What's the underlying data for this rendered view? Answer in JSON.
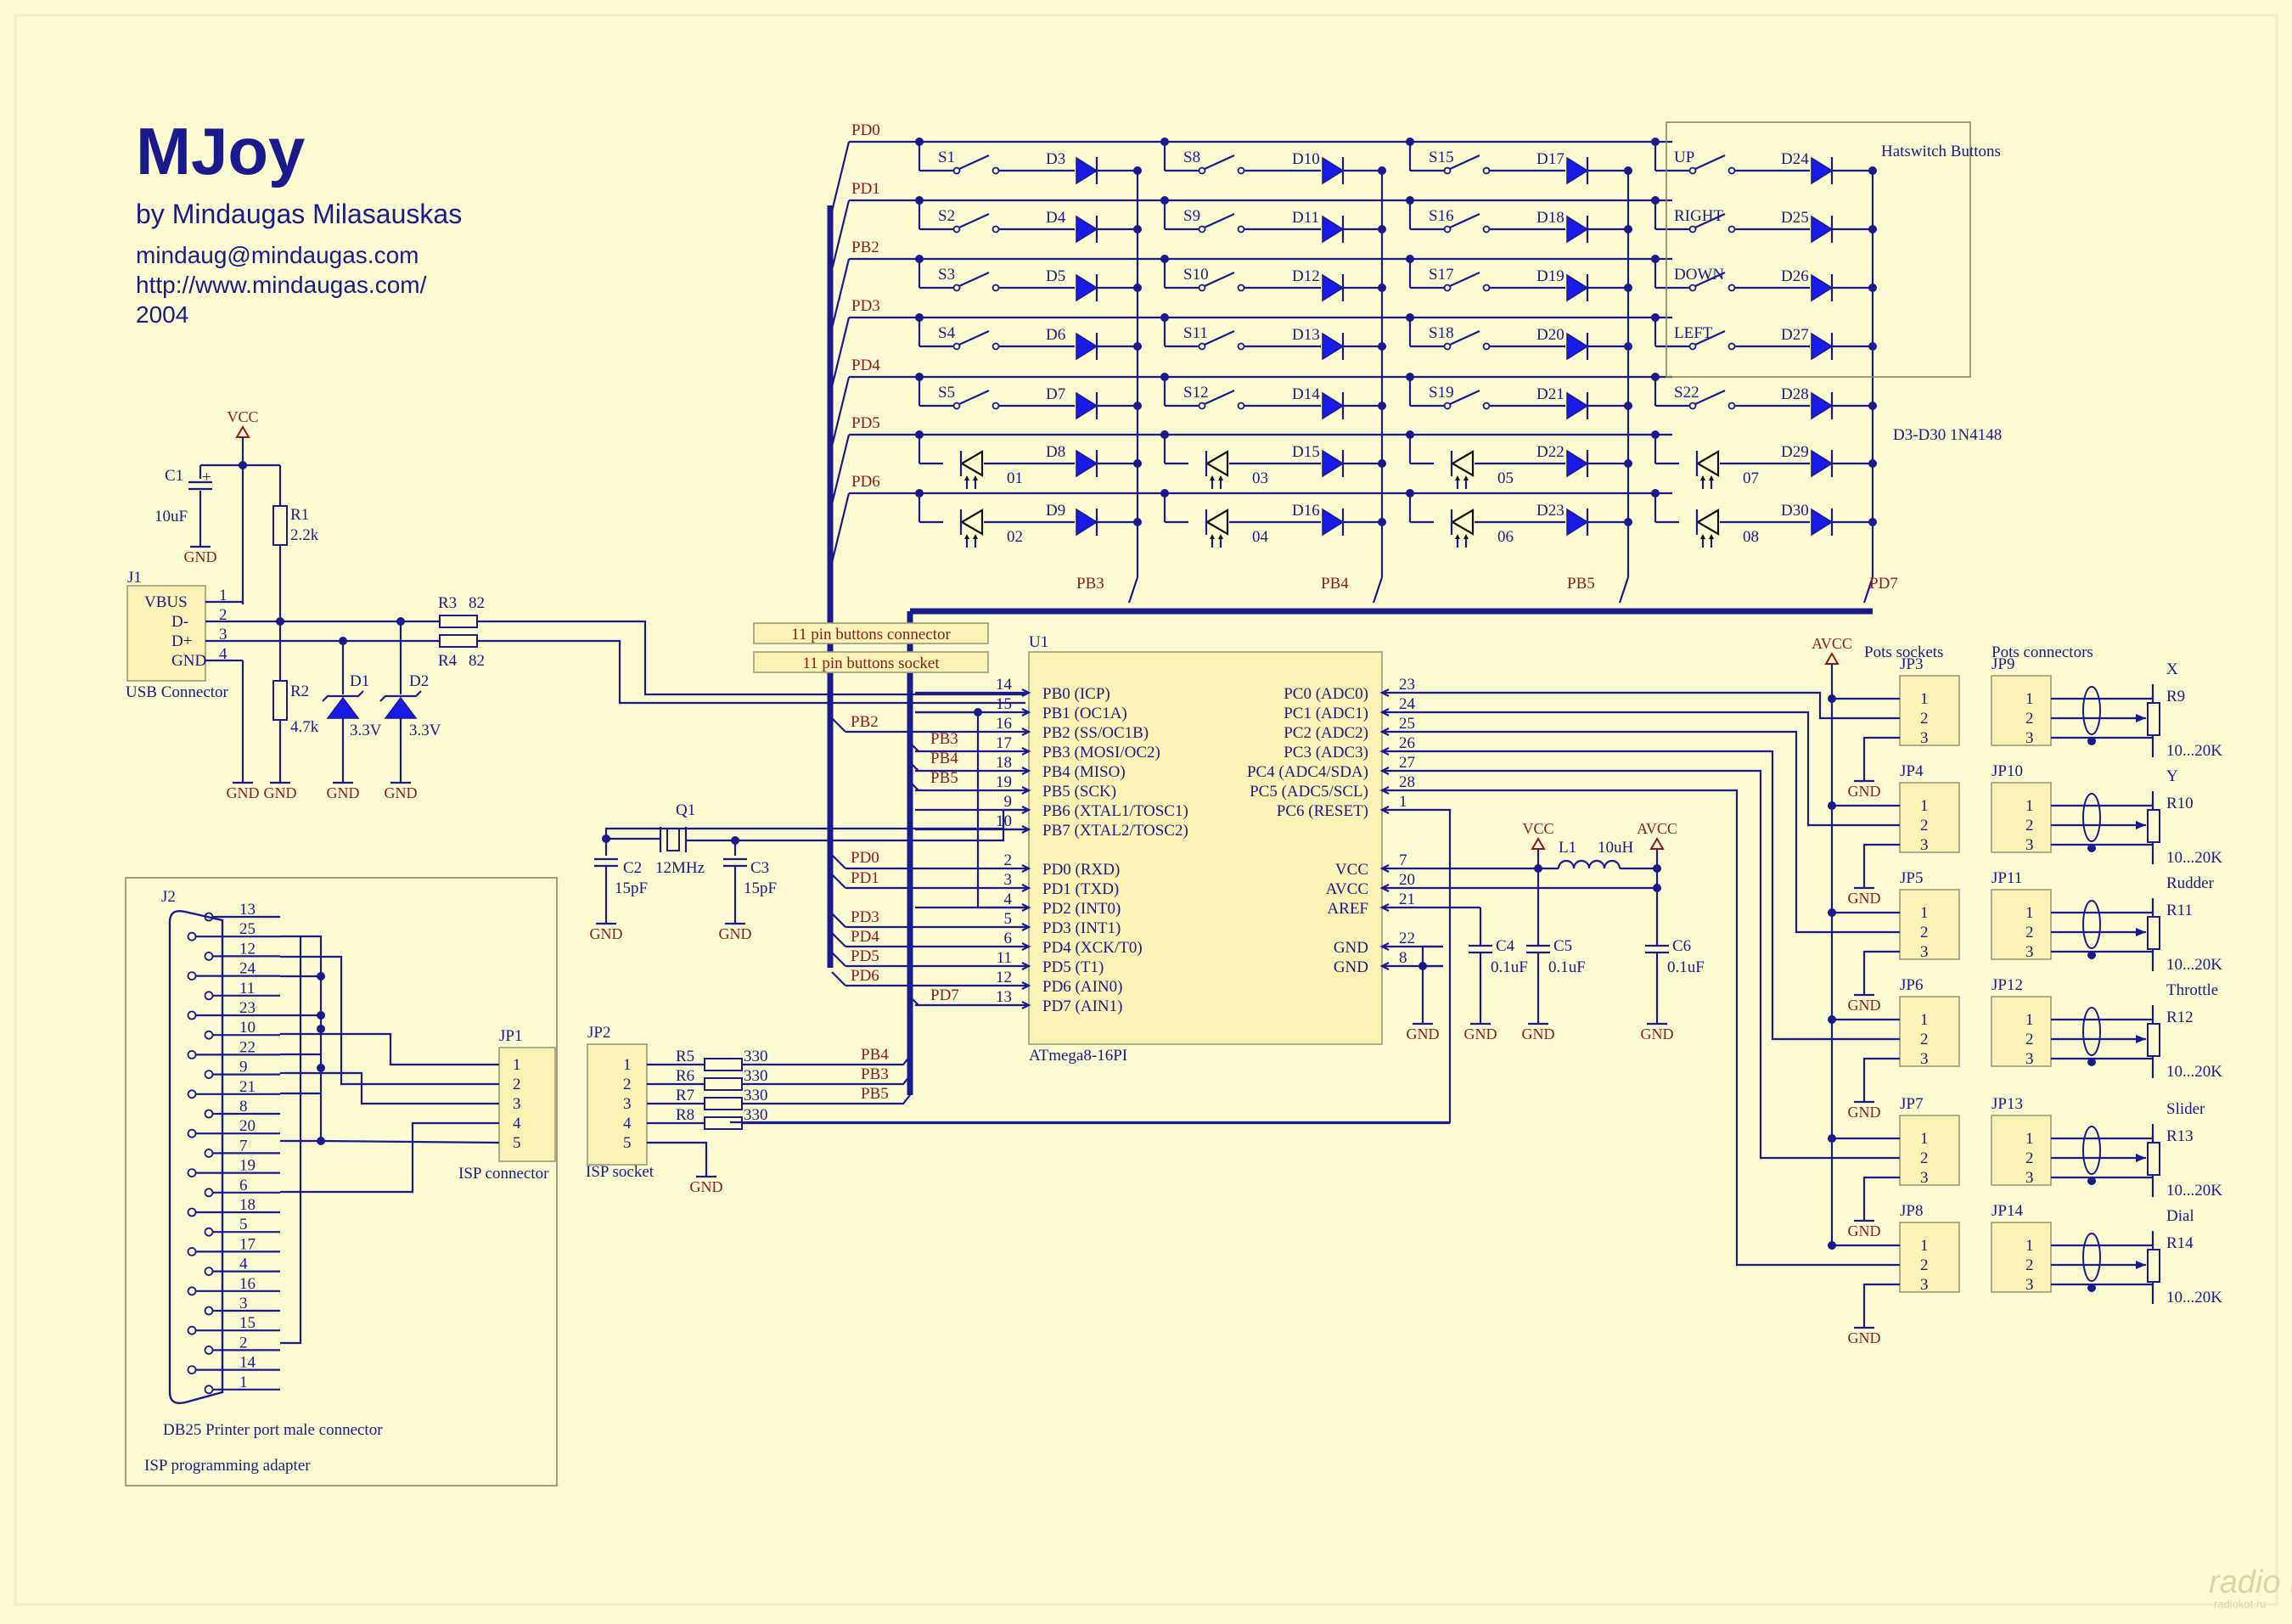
{
  "header": {
    "title": "MJoy",
    "author": "by Mindaugas Milasauskas",
    "email": "mindaug@mindaugas.com",
    "url": "http://www.mindaugas.com/",
    "year": "2004"
  },
  "watermark": {
    "logo": "radio KOT",
    "site": "radiokot.ru"
  },
  "power": {
    "vcc": "VCC",
    "avcc": "AVCC",
    "gnd": "GND"
  },
  "usb": {
    "ref": "J1",
    "name": "USB Connector",
    "pins": [
      {
        "name": "VBUS",
        "num": "1"
      },
      {
        "name": "D-",
        "num": "2"
      },
      {
        "name": "D+",
        "num": "3"
      },
      {
        "name": "GND",
        "num": "4"
      }
    ]
  },
  "usb_parts": {
    "c1": {
      "ref": "C1",
      "value": "10uF"
    },
    "r1": {
      "ref": "R1",
      "value": "2.2k"
    },
    "r2": {
      "ref": "R2",
      "value": "4.7k"
    },
    "d1": {
      "ref": "D1",
      "value": "3.3V"
    },
    "d2": {
      "ref": "D2",
      "value": "3.3V"
    },
    "r3": {
      "ref": "R3",
      "value": "82"
    },
    "r4": {
      "ref": "R4",
      "value": "82"
    }
  },
  "crystal": {
    "q1": {
      "ref": "Q1",
      "value": "12MHz"
    },
    "c2": {
      "ref": "C2",
      "value": "15pF"
    },
    "c3": {
      "ref": "C3",
      "value": "15pF"
    }
  },
  "mcu": {
    "ref": "U1",
    "name": "ATmega8-16PI",
    "left_pins": [
      {
        "num": "14",
        "name": "PB0 (ICP)"
      },
      {
        "num": "15",
        "name": "PB1 (OC1A)"
      },
      {
        "num": "16",
        "name": "PB2 (SS/OC1B)"
      },
      {
        "num": "17",
        "name": "PB3 (MOSI/OC2)"
      },
      {
        "num": "18",
        "name": "PB4 (MISO)"
      },
      {
        "num": "19",
        "name": "PB5 (SCK)"
      },
      {
        "num": "9",
        "name": "PB6 (XTAL1/TOSC1)"
      },
      {
        "num": "10",
        "name": "PB7 (XTAL2/TOSC2)"
      },
      {
        "num": "2",
        "name": "PD0 (RXD)"
      },
      {
        "num": "3",
        "name": "PD1 (TXD)"
      },
      {
        "num": "4",
        "name": "PD2 (INT0)"
      },
      {
        "num": "5",
        "name": "PD3 (INT1)"
      },
      {
        "num": "6",
        "name": "PD4 (XCK/T0)"
      },
      {
        "num": "11",
        "name": "PD5 (T1)"
      },
      {
        "num": "12",
        "name": "PD6 (AIN0)"
      },
      {
        "num": "13",
        "name": "PD7 (AIN1)"
      }
    ],
    "right_pins": [
      {
        "num": "23",
        "name": "PC0 (ADC0)"
      },
      {
        "num": "24",
        "name": "PC1 (ADC1)"
      },
      {
        "num": "25",
        "name": "PC2 (ADC2)"
      },
      {
        "num": "26",
        "name": "PC3 (ADC3)"
      },
      {
        "num": "27",
        "name": "PC4 (ADC4/SDA)"
      },
      {
        "num": "28",
        "name": "PC5 (ADC5/SCL)"
      },
      {
        "num": "1",
        "name": "PC6 (RESET)"
      },
      {
        "num": "7",
        "name": "VCC"
      },
      {
        "num": "20",
        "name": "AVCC"
      },
      {
        "num": "21",
        "name": "AREF"
      },
      {
        "num": "22",
        "name": "GND"
      },
      {
        "num": "8",
        "name": "GND"
      }
    ]
  },
  "bus_labels": {
    "left_top": [
      "PB2",
      "PB3",
      "PB4",
      "PB5"
    ],
    "left_bottom": [
      "PD0",
      "PD1",
      "PD3",
      "PD4",
      "PD5",
      "PD6",
      "PD7"
    ],
    "isp": [
      "PB4",
      "PB3",
      "PB5"
    ]
  },
  "connector_boxes": {
    "connector": "11 pin buttons connector",
    "socket": "11 pin buttons socket"
  },
  "matrix": {
    "rows": [
      "PD0",
      "PD1",
      "PB2",
      "PD3",
      "PD4",
      "PD5",
      "PD6"
    ],
    "cols": [
      "PB3",
      "PB4",
      "PB5",
      "PD7"
    ],
    "switches": [
      [
        "S1",
        "S8",
        "S15",
        "UP"
      ],
      [
        "S2",
        "S9",
        "S16",
        "RIGHT"
      ],
      [
        "S3",
        "S10",
        "S17",
        "DOWN"
      ],
      [
        "S4",
        "S11",
        "S18",
        "LEFT"
      ],
      [
        "S5",
        "S12",
        "S19",
        "S22"
      ]
    ],
    "diodes": [
      [
        "D3",
        "D10",
        "D17",
        "D24"
      ],
      [
        "D4",
        "D11",
        "D18",
        "D25"
      ],
      [
        "D5",
        "D12",
        "D19",
        "D26"
      ],
      [
        "D6",
        "D13",
        "D20",
        "D27"
      ],
      [
        "D7",
        "D14",
        "D21",
        "D28"
      ],
      [
        "D8",
        "D15",
        "D22",
        "D29"
      ],
      [
        "D9",
        "D16",
        "D23",
        "D30"
      ]
    ],
    "leds": [
      [
        "01",
        "03",
        "05",
        "07"
      ],
      [
        "02",
        "04",
        "06",
        "08"
      ]
    ],
    "hatswitch_label": "Hatswitch Buttons",
    "diode_note": "D3-D30  1N4148"
  },
  "avcc_filter": {
    "l1": {
      "ref": "L1",
      "value": "10uH"
    },
    "c4": {
      "ref": "C4",
      "value": "0.1uF"
    },
    "c5": {
      "ref": "C5",
      "value": "0.1uF"
    },
    "c6": {
      "ref": "C6",
      "value": "0.1uF"
    }
  },
  "pots": {
    "sockets_title": "Pots sockets",
    "connectors_title": "Pots connectors",
    "value": "10...20K",
    "pin_nums": [
      "1",
      "2",
      "3"
    ],
    "rows": [
      {
        "socket": "JP3",
        "conn": "JP9",
        "res": "R9",
        "name": "X"
      },
      {
        "socket": "JP4",
        "conn": "JP10",
        "res": "R10",
        "name": "Y"
      },
      {
        "socket": "JP5",
        "conn": "JP11",
        "res": "R11",
        "name": "Rudder"
      },
      {
        "socket": "JP6",
        "conn": "JP12",
        "res": "R12",
        "name": "Throttle"
      },
      {
        "socket": "JP7",
        "conn": "JP13",
        "res": "R13",
        "name": "Slider"
      },
      {
        "socket": "JP8",
        "conn": "JP14",
        "res": "R14",
        "name": "Dial"
      }
    ]
  },
  "isp": {
    "jp2": {
      "ref": "JP2",
      "name": "ISP socket",
      "pins": [
        "1",
        "2",
        "3",
        "4",
        "5"
      ]
    },
    "resistors": [
      {
        "ref": "R5",
        "value": "330"
      },
      {
        "ref": "R6",
        "value": "330"
      },
      {
        "ref": "R7",
        "value": "330"
      },
      {
        "ref": "R8",
        "value": "330"
      }
    ],
    "adapter_title": "ISP programming adapter",
    "j2": {
      "ref": "J2",
      "name": "DB25 Printer port male connector",
      "pins": [
        "13",
        "25",
        "12",
        "24",
        "11",
        "23",
        "10",
        "22",
        "9",
        "21",
        "8",
        "20",
        "7",
        "19",
        "6",
        "18",
        "5",
        "17",
        "4",
        "16",
        "3",
        "15",
        "2",
        "14",
        "1"
      ]
    },
    "jp1": {
      "ref": "JP1",
      "name": "ISP connector",
      "pins": [
        "1",
        "2",
        "3",
        "4",
        "5"
      ]
    }
  }
}
